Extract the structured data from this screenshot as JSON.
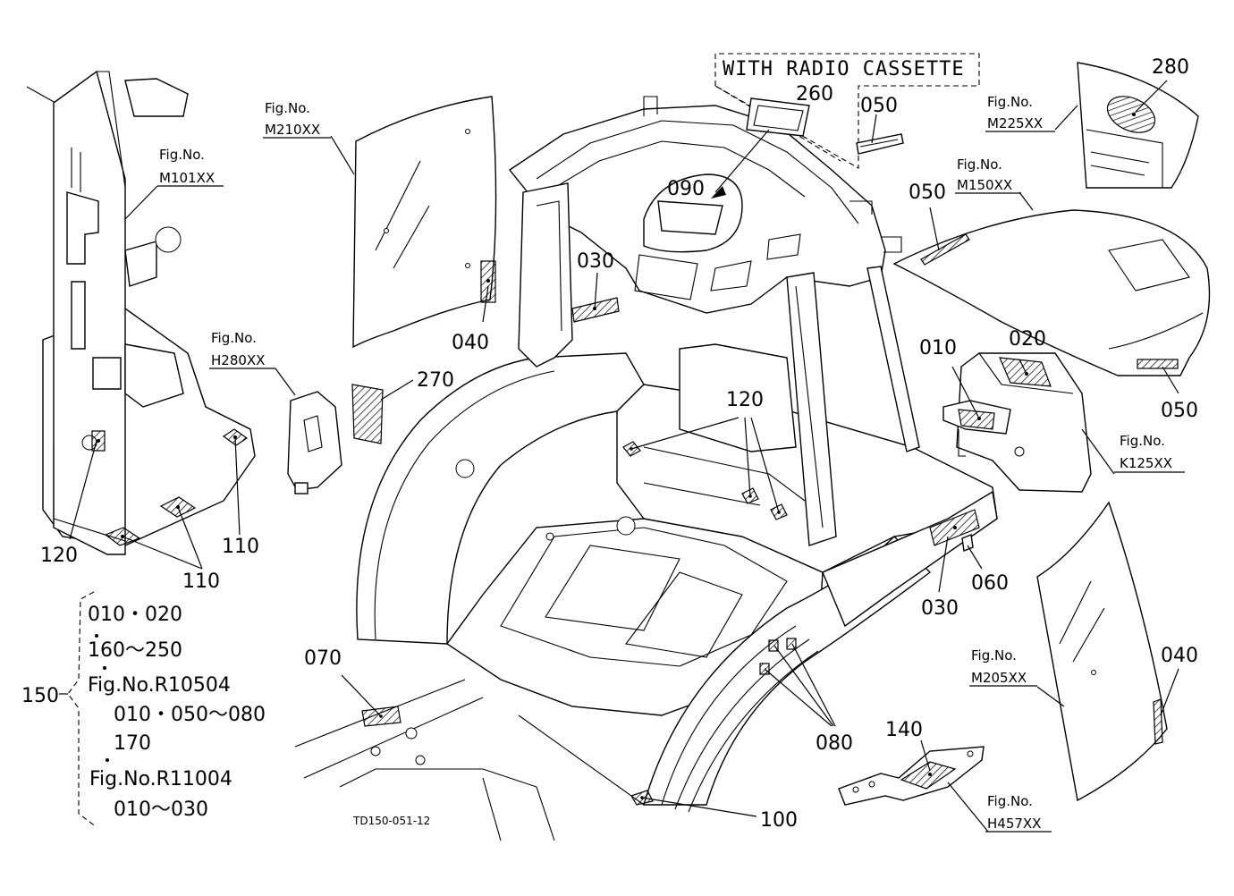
{
  "title_box": "WITH RADIO CASSETTE",
  "drawing_code": "TD150-051-12",
  "fig_refs": [
    {
      "line1": "Fig.No.",
      "line2": "M101XX"
    },
    {
      "line1": "Fig.No.",
      "line2": "M210XX"
    },
    {
      "line1": "Fig.No.",
      "line2": "H280XX"
    },
    {
      "line1": "Fig.No.",
      "line2": "M225XX"
    },
    {
      "line1": "Fig.No.",
      "line2": "M150XX"
    },
    {
      "line1": "Fig.No.",
      "line2": "K125XX"
    },
    {
      "line1": "Fig.No.",
      "line2": "M205XX"
    },
    {
      "line1": "Fig.No.",
      "line2": "H457XX"
    }
  ],
  "callouts": [
    "260",
    "050",
    "090",
    "030",
    "040",
    "270",
    "280",
    "050",
    "050",
    "010",
    "020",
    "120",
    "120",
    "110",
    "110",
    "060",
    "030",
    "040",
    "070",
    "080",
    "140",
    "100"
  ],
  "kit": {
    "number": "150",
    "lines": [
      "010・020",
      "160～250",
      "Fig.No.R10504",
      "010・050～080",
      "170",
      "Fig.No.R11004",
      "010～030"
    ]
  }
}
